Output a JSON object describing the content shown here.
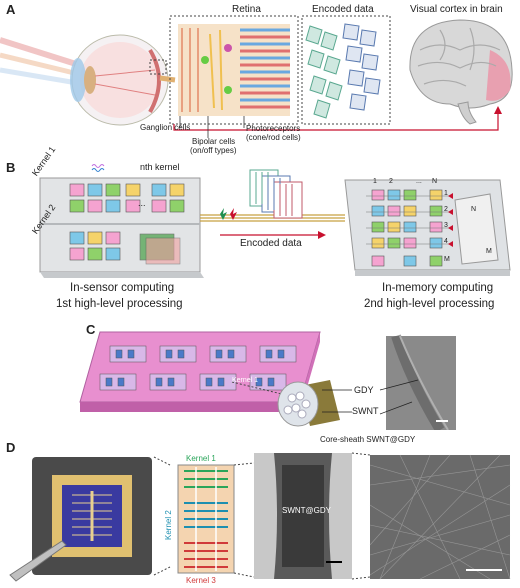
{
  "panels": {
    "a": {
      "letter": "A",
      "retina_title": "Retina",
      "encoded_title": "Encoded data",
      "cortex_title": "Visual cortex in brain",
      "ganglion": "Ganglion cells",
      "bipolar_line1": "Bipolar cells",
      "bipolar_line2": "(on/off types)",
      "photo_line1": "Photoreceptors",
      "photo_line2": "(cone/rod cells)"
    },
    "b": {
      "letter": "B",
      "kernel1": "Kernel 1",
      "kernel2": "Kernel 2",
      "nth_kernel": "nth kernel",
      "encoded_data": "Encoded data",
      "dots": "...",
      "in_sensor": "In-sensor computing",
      "first_level": "1st high-level processing",
      "in_memory": "In-memory computing",
      "second_level": "2nd high-level processing",
      "col1": "1",
      "col2": "2",
      "colN": "N",
      "row1": "1",
      "row2": "2",
      "row3": "3",
      "row4": "4",
      "rowM": "M",
      "label_N": "N",
      "label_M": "M"
    },
    "c": {
      "letter": "C",
      "gdy": "GDY",
      "swnt": "SWNT",
      "caption": "Core-sheath SWNT@GDY",
      "kernel_tag": "Kernel 1"
    },
    "d": {
      "letter": "D",
      "kernel1": "Kernel 1",
      "kernel2": "Kernel 2",
      "kernel3": "Kernel 3",
      "sem_label": "SWNT@GDY"
    }
  },
  "colors": {
    "pink": "#e88fcf",
    "green_kernel": "#2aa55a",
    "teal_kernel": "#1e8fb0",
    "red_kernel": "#d03a3a",
    "arrow_red": "#c8102e"
  }
}
